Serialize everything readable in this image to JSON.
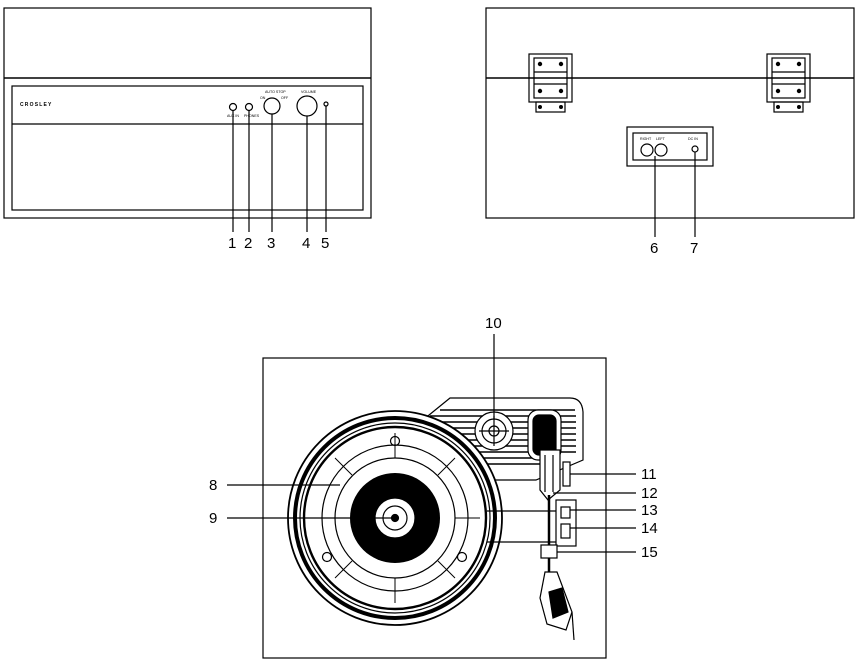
{
  "front_panel": {
    "brand": "CROSLEY",
    "labels": {
      "aux_in": "AUX IN",
      "phones": "PHONES",
      "auto_stop": "AUTO STOP",
      "on": "ON",
      "off": "OFF",
      "volume": "VOLUME"
    },
    "callouts": [
      "1",
      "2",
      "3",
      "4",
      "5"
    ]
  },
  "rear_panel": {
    "labels": {
      "right": "RIGHT",
      "left": "LEFT",
      "dc": "DC IN"
    },
    "callouts": [
      "6",
      "7"
    ]
  },
  "turntable": {
    "callouts": [
      "8",
      "9",
      "10",
      "11",
      "12",
      "13",
      "14",
      "15"
    ]
  },
  "colors": {
    "line": "#000000",
    "background": "#ffffff"
  }
}
